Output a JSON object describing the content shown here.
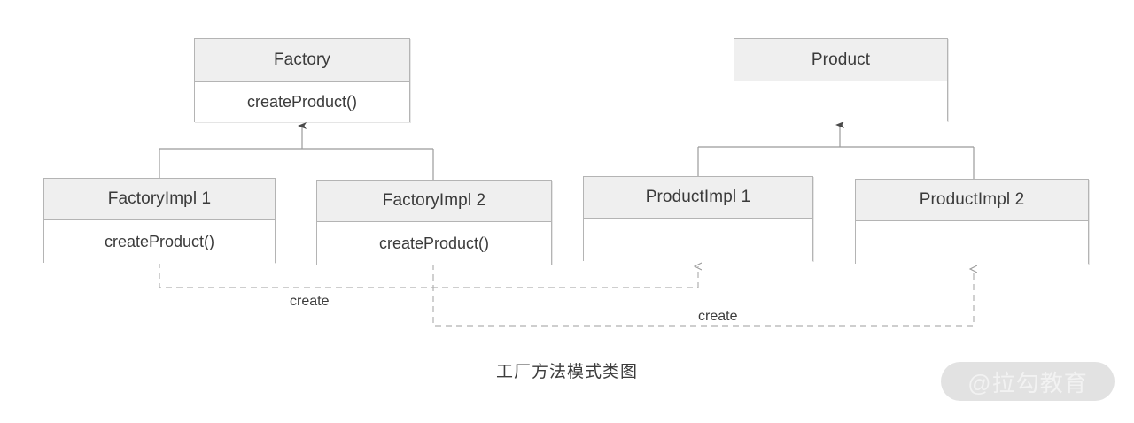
{
  "diagram": {
    "type": "uml-class-diagram",
    "caption": "工厂方法模式类图",
    "colors": {
      "header_fill": "#efefef",
      "body_fill": "#ffffff",
      "border": "#b4b4b4",
      "line": "#9b9b9b",
      "dashed_line": "#b0b0b0",
      "text": "#3a3a3a",
      "watermark_pill": "#e2e2e2",
      "watermark_text": "#f2f2f2"
    },
    "classes": [
      {
        "id": "factory",
        "name": "Factory",
        "members": [
          "createProduct()"
        ]
      },
      {
        "id": "factory_impl_1",
        "name": "FactoryImpl 1",
        "members": [
          "createProduct()"
        ]
      },
      {
        "id": "factory_impl_2",
        "name": "FactoryImpl 2",
        "members": [
          "createProduct()"
        ]
      },
      {
        "id": "product",
        "name": "Product",
        "members": [
          ""
        ]
      },
      {
        "id": "product_impl_1",
        "name": "ProductImpl 1",
        "members": [
          ""
        ]
      },
      {
        "id": "product_impl_2",
        "name": "ProductImpl 2",
        "members": [
          ""
        ]
      }
    ],
    "relations": [
      {
        "kind": "generalization",
        "from": "factory_impl_1",
        "to": "factory",
        "label": ""
      },
      {
        "kind": "generalization",
        "from": "factory_impl_2",
        "to": "factory",
        "label": ""
      },
      {
        "kind": "generalization",
        "from": "product_impl_1",
        "to": "product",
        "label": ""
      },
      {
        "kind": "generalization",
        "from": "product_impl_2",
        "to": "product",
        "label": ""
      },
      {
        "kind": "dependency",
        "from": "factory_impl_1",
        "to": "product_impl_1",
        "label": "create"
      },
      {
        "kind": "dependency",
        "from": "factory_impl_2",
        "to": "product_impl_2",
        "label": "create"
      }
    ],
    "edge_labels": {
      "create_1": "create",
      "create_2": "create"
    }
  },
  "watermark": {
    "text": "@拉勾教育"
  }
}
